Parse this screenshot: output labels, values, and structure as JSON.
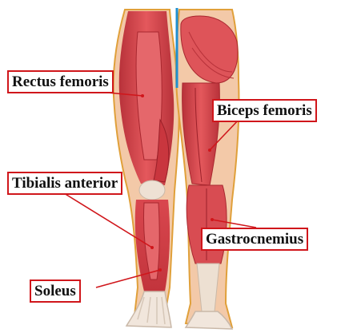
{
  "labels": {
    "rectus_femoris": "Rectus femoris",
    "biceps_femoris": "Biceps femoris",
    "tibialis_anterior": "Tibialis anterior",
    "gastrocnemius": "Gastrocnemius",
    "soleus": "Soleus"
  },
  "colors": {
    "muscle": "#d9424a",
    "muscle_dark": "#b02a33",
    "muscle_light": "#ef8a8c",
    "tendon": "#e9ddd2",
    "skin_edge": "#e0a03a",
    "leader_line": "#d0161b",
    "midline": "#1f8fd0"
  }
}
